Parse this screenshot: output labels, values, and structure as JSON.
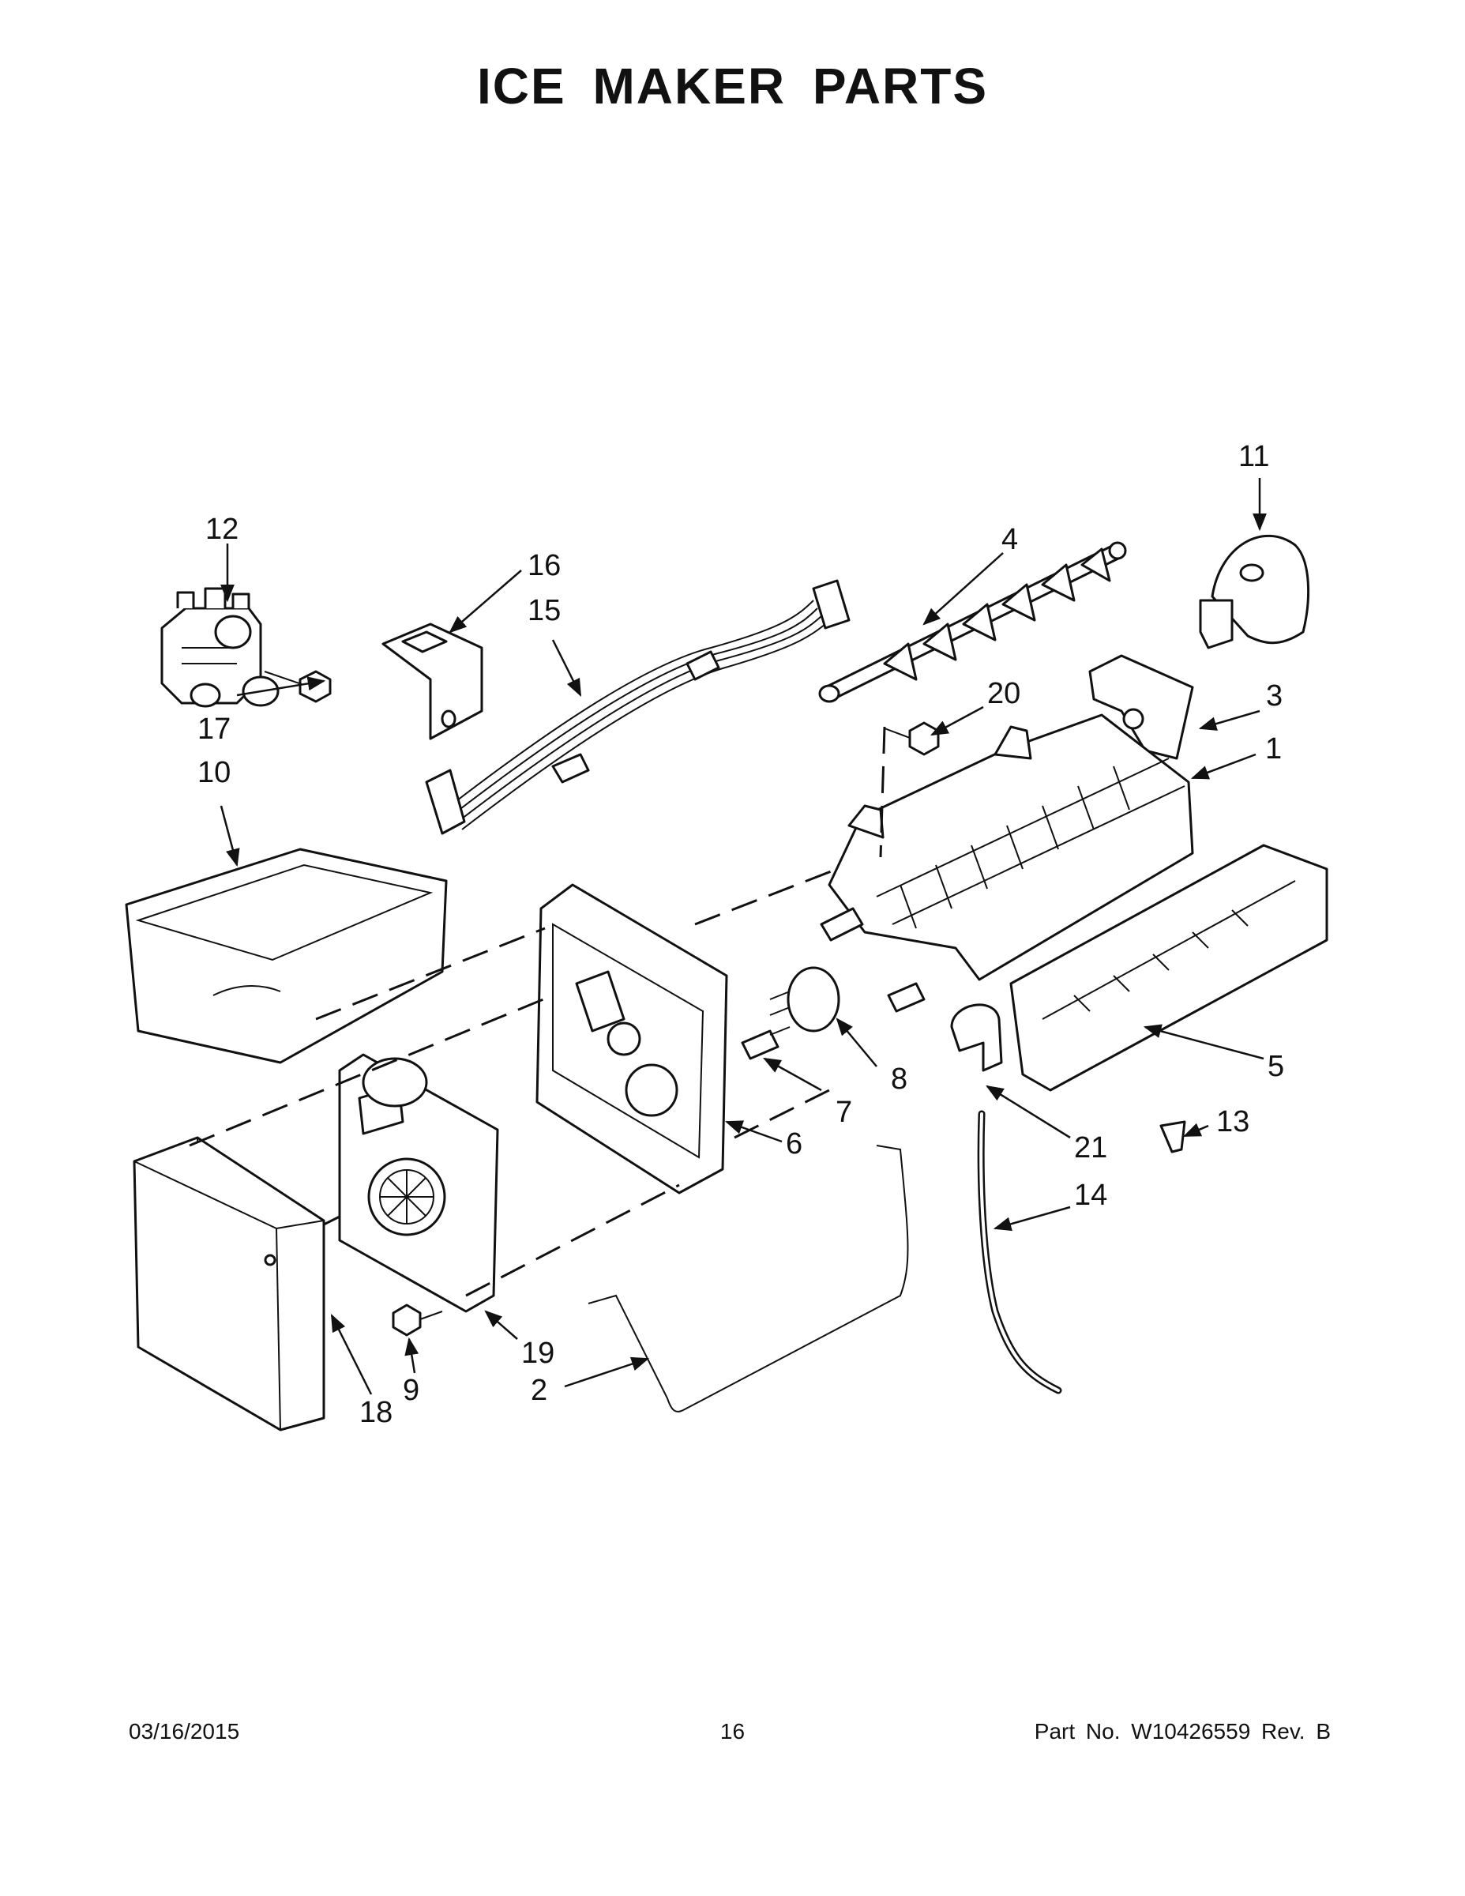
{
  "title": "ICE MAKER PARTS",
  "footer": {
    "date": "03/16/2015",
    "page_number": "16",
    "part_number": "Part No.  W10426559  Rev.  B"
  },
  "callouts": {
    "c1": "1",
    "c2": "2",
    "c3": "3",
    "c4": "4",
    "c5": "5",
    "c6": "6",
    "c7": "7",
    "c8": "8",
    "c9": "9",
    "c10": "10",
    "c11": "11",
    "c12": "12",
    "c13": "13",
    "c14": "14",
    "c15": "15",
    "c16": "16",
    "c17": "17",
    "c18": "18",
    "c19": "19",
    "c20": "20",
    "c21": "21"
  }
}
